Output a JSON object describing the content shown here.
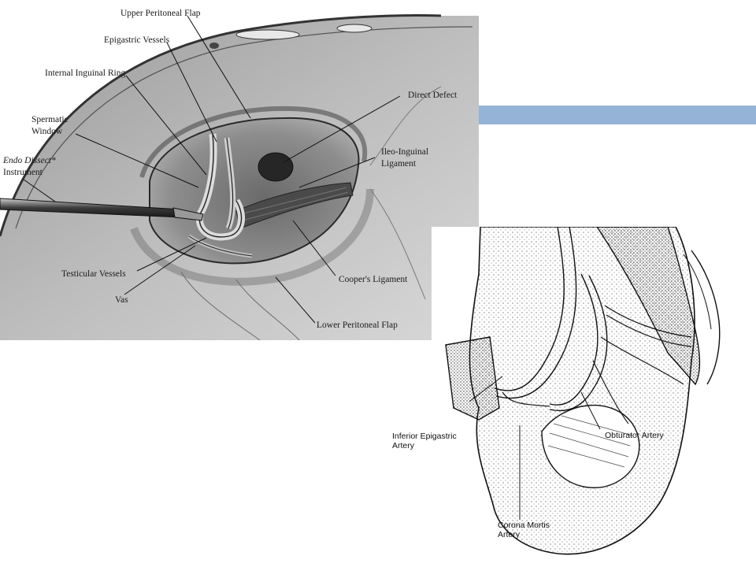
{
  "colors": {
    "accent_bar": "#95B3D7",
    "background": "#FFFFFF"
  },
  "figure1": {
    "labels": {
      "upper_peritoneal_flap": "Upper Peritoneal Flap",
      "epigastric_vessels": "Epigastric Vessels",
      "internal_inguinal_ring": "Internal Inguinal Ring",
      "spermatic_window_l1": "Spermatic",
      "spermatic_window_l2": "Window",
      "endo_dissect_l1": "Endo Dissect*",
      "endo_dissect_l2": "Instrument",
      "direct_defect": "Direct Defect",
      "ileo_inguinal_l1": "Ileo-Inguinal",
      "ileo_inguinal_l2": "Ligament",
      "testicular_vessels": "Testicular Vessels",
      "vas": "Vas",
      "coopers_ligament": "Cooper's Ligament",
      "lower_peritoneal_flap": "Lower Peritoneal Flap"
    }
  },
  "figure2": {
    "labels": {
      "inferior_epigastric_l1": "Inferior Epigastric",
      "inferior_epigastric_l2": "Artery",
      "obturator_artery": "Obturator Artery",
      "corona_mortis_l1": "Corona Mortis",
      "corona_mortis_l2": "Artery"
    }
  }
}
